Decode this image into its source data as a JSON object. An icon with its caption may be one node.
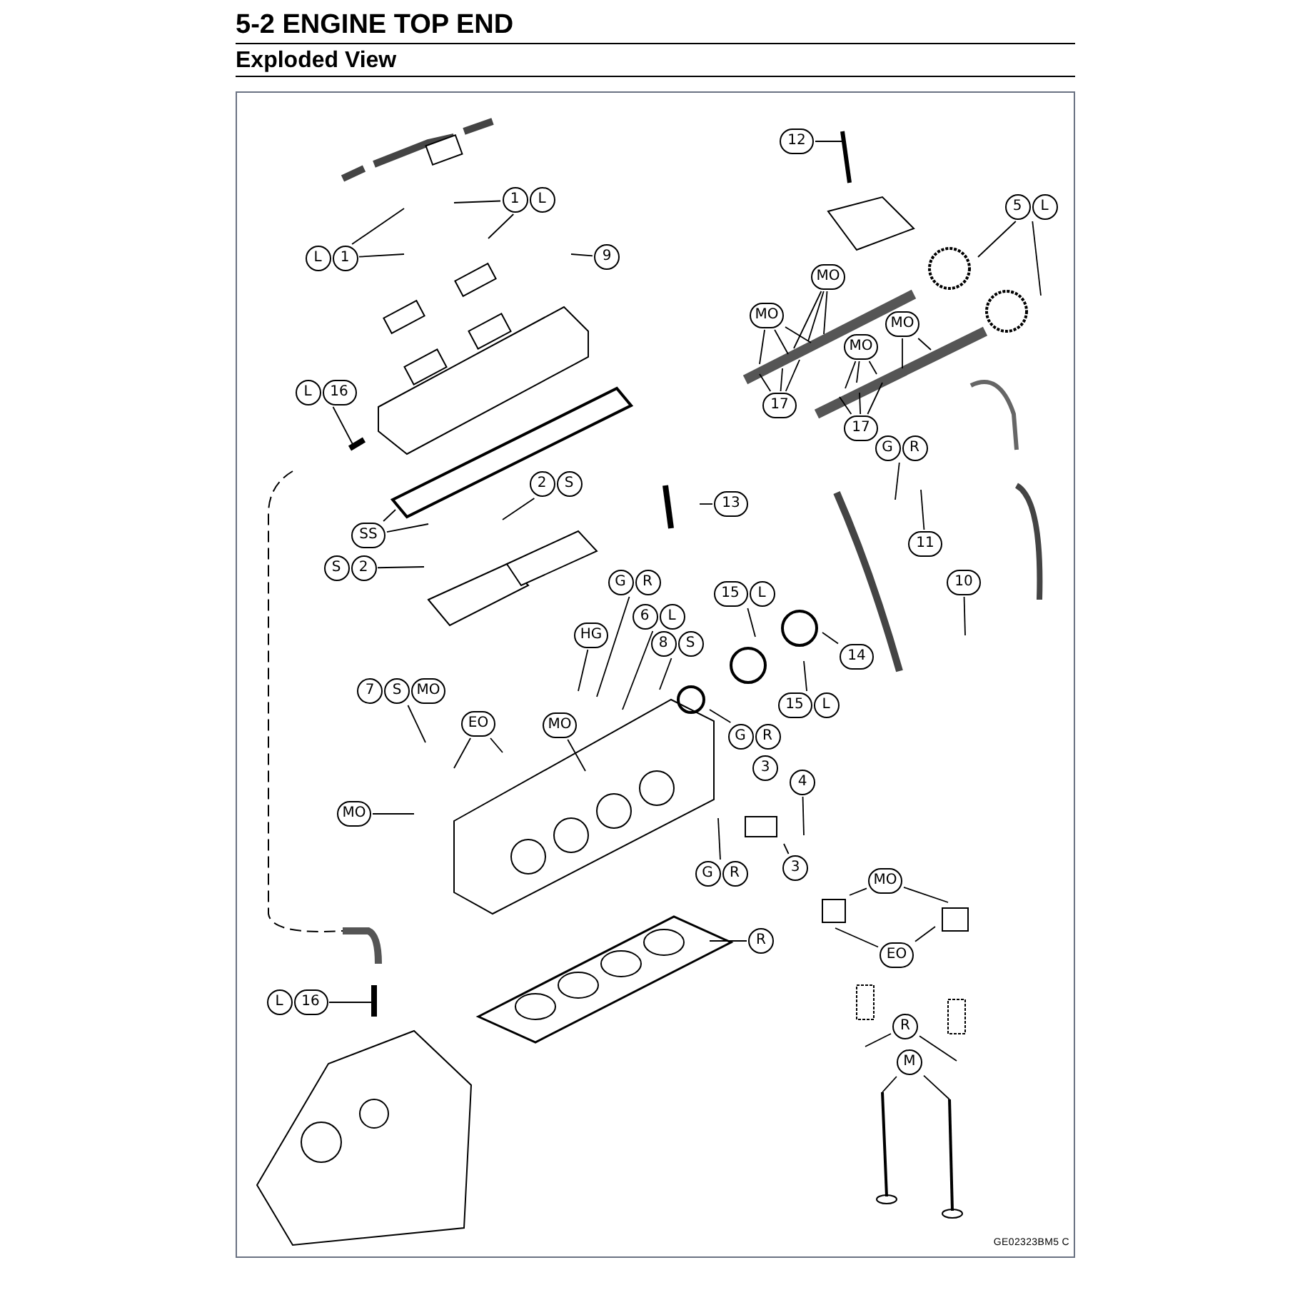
{
  "diagram": {
    "title": "5-2 ENGINE TOP END",
    "nodes": [
      {
        "text": [
          "1",
          "L"
        ]
      },
      {
        "text": [
          "L",
          "1"
        ]
      },
      {
        "text": [
          "9"
        ]
      },
      {
        "text": [
          "L",
          "16"
        ]
      },
      {
        "text": [
          "12"
        ]
      },
      {
        "text": [
          "5",
          "L"
        ]
      },
      {
        "text": [
          "MO"
        ]
      },
      {
        "text": [
          "MO"
        ]
      },
      {
        "text": [
          "MO"
        ]
      },
      {
        "text": [
          "MO"
        ]
      },
      {
        "text": [
          "17"
        ]
      },
      {
        "text": [
          "17"
        ]
      },
      {
        "text": [
          "G",
          "R"
        ]
      },
      {
        "text": [
          "11"
        ]
      },
      {
        "text": [
          "13"
        ]
      },
      {
        "text": [
          "2",
          "S"
        ]
      },
      {
        "text": [
          "SS"
        ]
      },
      {
        "text": [
          "S",
          "2"
        ]
      },
      {
        "text": [
          "G",
          "R"
        ]
      },
      {
        "text": [
          "15",
          "L"
        ]
      },
      {
        "text": [
          "6",
          "L"
        ]
      },
      {
        "text": [
          "14"
        ]
      },
      {
        "text": [
          "10"
        ]
      },
      {
        "text": [
          "HG"
        ]
      },
      {
        "text": [
          "8",
          "S"
        ]
      },
      {
        "text": [
          "15",
          "L"
        ]
      },
      {
        "text": [
          "G",
          "R"
        ]
      },
      {
        "text": [
          "7",
          "S",
          "MO"
        ]
      },
      {
        "text": [
          "EO"
        ]
      },
      {
        "text": [
          "MO"
        ]
      },
      {
        "text": [
          "3"
        ]
      },
      {
        "text": [
          "4"
        ]
      },
      {
        "text": [
          "MO"
        ]
      },
      {
        "text": [
          "3"
        ]
      },
      {
        "text": [
          "G",
          "R"
        ]
      },
      {
        "text": [
          "MO"
        ]
      },
      {
        "text": [
          "EO"
        ]
      },
      {
        "text": [
          "R"
        ]
      },
      {
        "text": [
          "L",
          "16"
        ]
      },
      {
        "text": [
          "R"
        ]
      },
      {
        "text": [
          "M"
        ]
      }
    ],
    "edges": [
      {
        "from": 0,
        "to": null,
        "arrow": "none"
      },
      {
        "from": 0,
        "to": null,
        "arrow": "none"
      },
      {
        "from": 1,
        "to": null,
        "arrow": "none"
      },
      {
        "from": 1,
        "to": null,
        "arrow": "none"
      },
      {
        "from": 2,
        "to": null,
        "arrow": "none"
      },
      {
        "from": 3,
        "to": null,
        "arrow": "none"
      },
      {
        "from": 4,
        "to": null,
        "arrow": "none"
      },
      {
        "from": 5,
        "to": null,
        "arrow": "none"
      },
      {
        "from": 5,
        "to": null,
        "arrow": "none"
      },
      {
        "from": 6,
        "to": null,
        "arrow": "none"
      },
      {
        "from": 6,
        "to": null,
        "arrow": "none"
      },
      {
        "from": 6,
        "to": null,
        "arrow": "none"
      },
      {
        "from": 7,
        "to": null,
        "arrow": "none"
      },
      {
        "from": 7,
        "to": null,
        "arrow": "none"
      },
      {
        "from": 7,
        "to": null,
        "arrow": "none"
      },
      {
        "from": 8,
        "to": null,
        "arrow": "none"
      },
      {
        "from": 8,
        "to": null,
        "arrow": "none"
      },
      {
        "from": 9,
        "to": null,
        "arrow": "none"
      },
      {
        "from": 9,
        "to": null,
        "arrow": "none"
      },
      {
        "from": 9,
        "to": null,
        "arrow": "none"
      },
      {
        "from": 10,
        "to": null,
        "arrow": "none"
      },
      {
        "from": 10,
        "to": null,
        "arrow": "none"
      },
      {
        "from": 10,
        "to": null,
        "arrow": "none"
      },
      {
        "from": 11,
        "to": null,
        "arrow": "none"
      },
      {
        "from": 11,
        "to": null,
        "arrow": "none"
      },
      {
        "from": 11,
        "to": null,
        "arrow": "none"
      },
      {
        "from": 12,
        "to": null,
        "arrow": "none"
      },
      {
        "from": 13,
        "to": null,
        "arrow": "none"
      },
      {
        "from": 14,
        "to": null,
        "arrow": "none"
      },
      {
        "from": 15,
        "to": null,
        "arrow": "none"
      },
      {
        "from": 16,
        "to": null,
        "arrow": "none"
      },
      {
        "from": 16,
        "to": null,
        "arrow": "none"
      },
      {
        "from": 17,
        "to": null,
        "arrow": "none"
      },
      {
        "from": 18,
        "to": null,
        "arrow": "none"
      },
      {
        "from": 19,
        "to": null,
        "arrow": "none"
      },
      {
        "from": 20,
        "to": null,
        "arrow": "none"
      },
      {
        "from": 21,
        "to": null,
        "arrow": "none"
      },
      {
        "from": 22,
        "to": null,
        "arrow": "none"
      },
      {
        "from": 23,
        "to": null,
        "arrow": "none"
      },
      {
        "from": 24,
        "to": null,
        "arrow": "none"
      },
      {
        "from": 25,
        "to": null,
        "arrow": "none"
      },
      {
        "from": 26,
        "to": null,
        "arrow": "none"
      },
      {
        "from": 27,
        "to": null,
        "arrow": "none"
      },
      {
        "from": 28,
        "to": null,
        "arrow": "none"
      },
      {
        "from": 28,
        "to": null,
        "arrow": "none"
      },
      {
        "from": 29,
        "to": null,
        "arrow": "none"
      },
      {
        "from": 31,
        "to": null,
        "arrow": "none"
      },
      {
        "from": 32,
        "to": null,
        "arrow": "none"
      },
      {
        "from": 33,
        "to": null,
        "arrow": "none"
      },
      {
        "from": 34,
        "to": null,
        "arrow": "none"
      },
      {
        "from": 35,
        "to": null,
        "arrow": "none"
      },
      {
        "from": 35,
        "to": null,
        "arrow": "none"
      },
      {
        "from": 36,
        "to": null,
        "arrow": "none"
      },
      {
        "from": 36,
        "to": null,
        "arrow": "none"
      },
      {
        "from": 37,
        "to": null,
        "arrow": "none"
      },
      {
        "from": 38,
        "to": null,
        "arrow": "none"
      },
      {
        "from": 39,
        "to": null,
        "arrow": "none"
      },
      {
        "from": 39,
        "to": null,
        "arrow": "none"
      },
      {
        "from": 40,
        "to": null,
        "arrow": "none"
      },
      {
        "from": 40,
        "to": null,
        "arrow": "none"
      }
    ],
    "labels": [
      "Exploded View",
      "GE02323BM5 C"
    ]
  }
}
